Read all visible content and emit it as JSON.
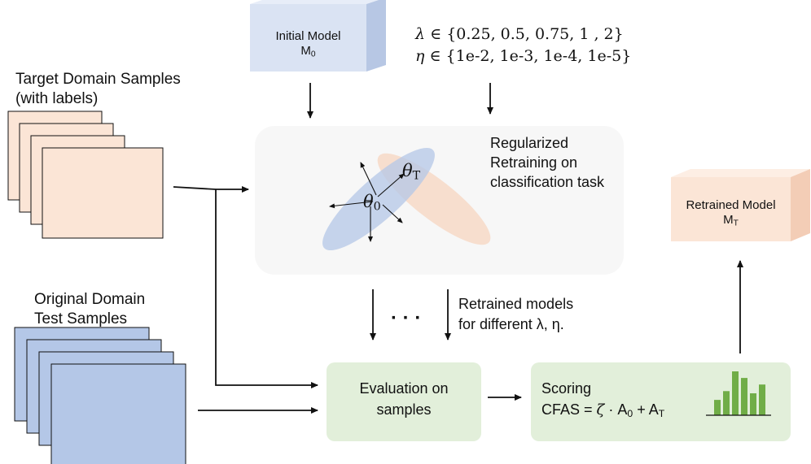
{
  "initial_model": {
    "line1": "Initial Model",
    "symbol": "M",
    "subscript": "0"
  },
  "hyperparams": {
    "lambda_symbol": "λ",
    "lambda_values": "∈ {0.25, 0.5, 0.75, 1 , 2}",
    "eta_symbol": "η",
    "eta_values": "∈ {1e-2, 1e-3, 1e-4, 1e-5}"
  },
  "target_samples": {
    "line1": "Target Domain Samples",
    "line2": "(with labels)"
  },
  "original_samples": {
    "line1": "Original Domain",
    "line2": "Test Samples"
  },
  "retraining_box": {
    "line1": "Regularized",
    "line2": "Retraining on",
    "line3": "classification task",
    "theta_symbol": "θ",
    "theta0_subscript": "0",
    "thetaT_subscript": "T"
  },
  "retrained_models": {
    "line1": "Retrained models",
    "line2": "for different λ, η."
  },
  "ellipsis": "· · ·",
  "evaluation_box": {
    "line1": "Evaluation on",
    "line2": "samples"
  },
  "scoring_box": {
    "line1": "Scoring",
    "formula_prefix": "CFAS =",
    "zeta": "ζ",
    "dot": "·",
    "a0": "A",
    "a0_sub": "0",
    "plus": "+",
    "at": "A",
    "at_sub": "T",
    "bar_heights": [
      0.35,
      0.55,
      1.0,
      0.85,
      0.5,
      0.7
    ]
  },
  "retrained_model": {
    "line1": "Retrained Model",
    "symbol": "M",
    "subscript": "T"
  },
  "colors": {
    "blue_face": "#dae3f3",
    "blue_side": "#c5d2ea",
    "peach_face": "#fbe5d6",
    "peach_side": "#f5d3bf",
    "ellipse_blue": "#b4c7e7",
    "ellipse_peach": "#f8cbad",
    "green_box": "#e2efda",
    "grey_box": "#f7f7f7",
    "bar_green": "#70ad47",
    "sample_peach": "#fbe5d6",
    "sample_blue": "#b4c7e7"
  }
}
